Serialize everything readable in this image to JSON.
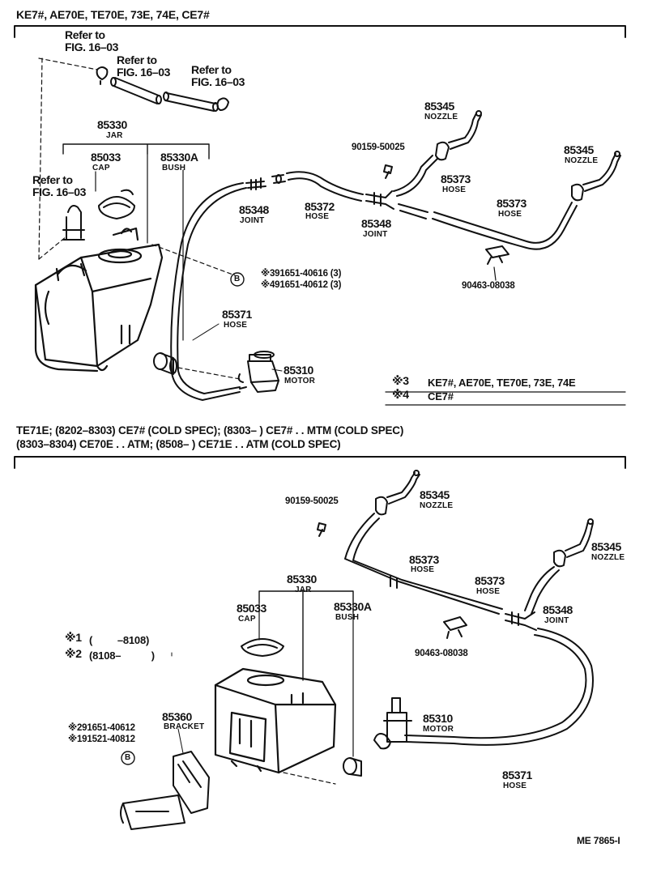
{
  "section1": {
    "header": "KE7#, AE70E, TE70E, 73E, 74E, CE7#",
    "refer1": "Refer to\nFIG. 16–03",
    "refer2": "Refer to\nFIG. 16–03",
    "refer3": "Refer to\nFIG. 16–03",
    "refer4": "Refer to\nFIG. 16–03",
    "jar_pn": "85330",
    "jar_nm": "JAR",
    "cap_pn": "85033",
    "cap_nm": "CAP",
    "bush_pn": "85330A",
    "bush_nm": "BUSH",
    "joint1_pn": "85348",
    "joint1_nm": "JOINT",
    "hose72_pn": "85372",
    "hose72_nm": "HOSE",
    "joint2_pn": "85348",
    "joint2_nm": "JOINT",
    "nozzle1_pn": "85345",
    "nozzle1_nm": "NOZZLE",
    "nozzle2_pn": "85345",
    "nozzle2_nm": "NOZZLE",
    "screw_pn": "90159-50025",
    "hose73a_pn": "85373",
    "hose73a_nm": "HOSE",
    "hose73b_pn": "85373",
    "hose73b_nm": "HOSE",
    "clip_pn": "90463-08038",
    "circle_b": "B",
    "bolt3": "※391651-40616 (3)",
    "bolt4": "※491651-40612 (3)",
    "hose71_pn": "85371",
    "hose71_nm": "HOSE",
    "motor_pn": "85310",
    "motor_nm": "MOTOR",
    "note3_mark": "※3",
    "note3_text": "KE7#, AE70E, TE70E, 73E, 74E",
    "note4_mark": "※4",
    "note4_text": "CE7#"
  },
  "section2": {
    "header_line1": "TE71E; (8202–8303) CE7# (COLD SPEC); (8303–        ) CE7# . . MTM (COLD SPEC)",
    "header_line2": "(8303–8304) CE70E . . ATM; (8508–          ) CE71E . . ATM (COLD SPEC)",
    "screw_pn": "90159-50025",
    "nozzle1_pn": "85345",
    "nozzle1_nm": "NOZZLE",
    "nozzle2_pn": "85345",
    "nozzle2_nm": "NOZZLE",
    "hose73a_pn": "85373",
    "hose73a_nm": "HOSE",
    "hose73b_pn": "85373",
    "hose73b_nm": "HOSE",
    "joint_pn": "85348",
    "joint_nm": "JOINT",
    "clip_pn": "90463-08038",
    "jar_pn": "85330",
    "jar_nm": "JAR",
    "cap_pn": "85033",
    "cap_nm": "CAP",
    "bush_pn": "85330A",
    "bush_nm": "BUSH",
    "note1_mark": "※1",
    "note1_text": "(         –8108)",
    "note2_mark": "※2",
    "note2_text": "(8108–           )",
    "bracket_pn": "85360",
    "bracket_nm": "BRACKET",
    "bolt2": "※291651-40612",
    "bolt1": "※191521-40812",
    "circle_b": "B",
    "motor_pn": "85310",
    "motor_nm": "MOTOR",
    "hose71_pn": "85371",
    "hose71_nm": "HOSE"
  },
  "footer_code": "ME 7865-I"
}
